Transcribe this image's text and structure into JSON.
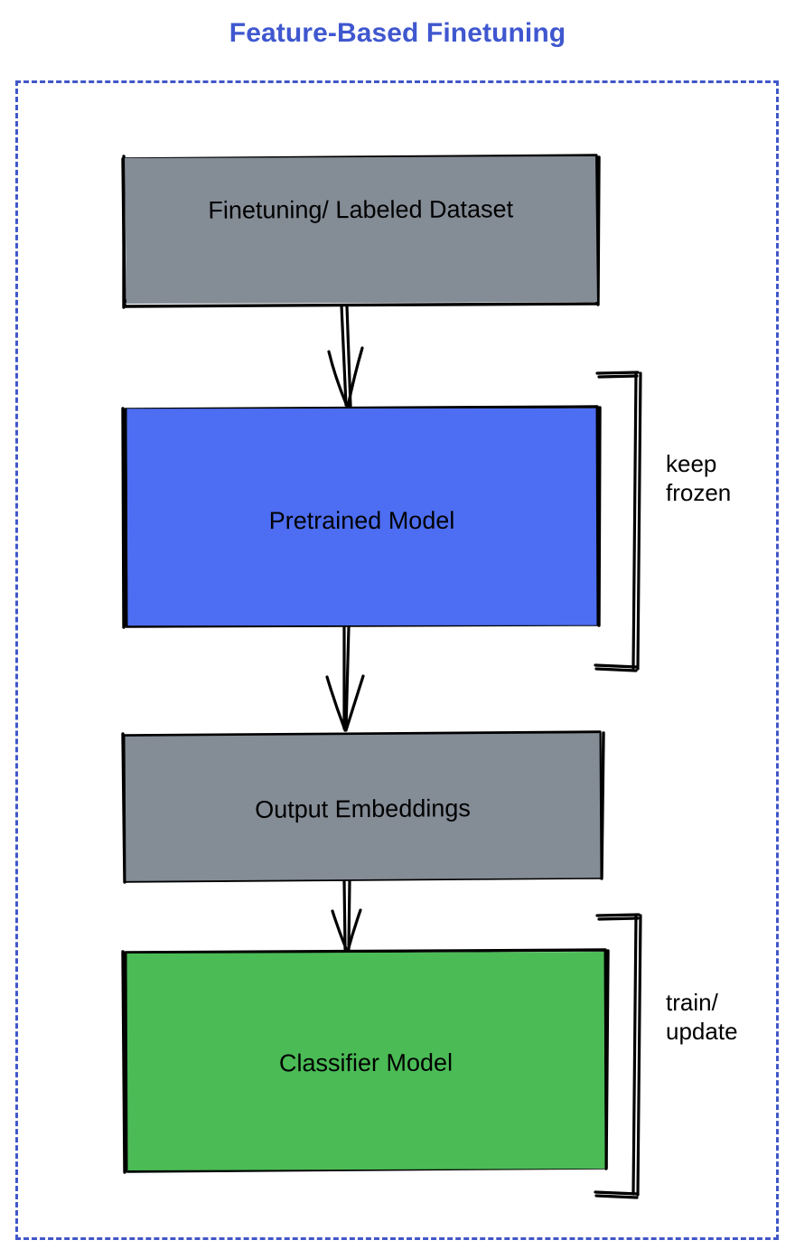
{
  "title": "Feature-Based Finetuning",
  "theme": {
    "title_color": "#3f57cf",
    "frame_border_color": "#4157c8",
    "gray_fill": "#848c96",
    "blue_fill": "#4d6ef2",
    "green_fill": "#4bbb56",
    "stroke_color": "#000000",
    "background": "#ffffff"
  },
  "nodes": [
    {
      "id": "dataset",
      "label": "Finetuning/ Labeled Dataset",
      "fill": "#848c96"
    },
    {
      "id": "pretrained",
      "label": "Pretrained Model",
      "fill": "#4d6ef2"
    },
    {
      "id": "embeddings",
      "label": "Output Embeddings",
      "fill": "#848c96"
    },
    {
      "id": "classifier",
      "label": "Classifier Model",
      "fill": "#4bbb56"
    }
  ],
  "edges": [
    {
      "from": "dataset",
      "to": "pretrained",
      "style": "sketchy-arrow-down"
    },
    {
      "from": "pretrained",
      "to": "embeddings",
      "style": "sketchy-arrow-down"
    },
    {
      "from": "embeddings",
      "to": "classifier",
      "style": "sketchy-arrow-down"
    }
  ],
  "annotations": [
    {
      "id": "keep-frozen",
      "text": "keep\nfrozen",
      "target": "pretrained"
    },
    {
      "id": "train-update",
      "text": "train/\nupdate",
      "target": "classifier"
    }
  ]
}
